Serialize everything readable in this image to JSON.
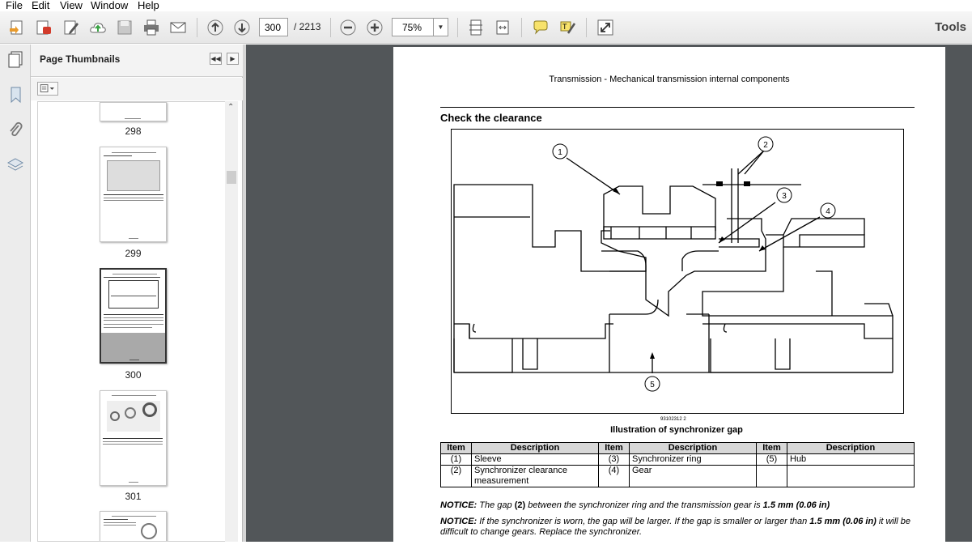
{
  "menu": [
    "File",
    "Edit",
    "View",
    "Window",
    "Help"
  ],
  "toolbar": {
    "current_page": "300",
    "total_pages": "/ 2213",
    "zoom": "75%",
    "tools_label": "Tools"
  },
  "panel": {
    "title": "Page Thumbnails",
    "thumbnails": [
      "298",
      "299",
      "300",
      "301"
    ]
  },
  "doc": {
    "header": "Transmission - Mechanical transmission internal components",
    "section_title": "Check the clearance",
    "figure_id": "93102312  2",
    "callouts": [
      "1",
      "2",
      "3",
      "4",
      "5"
    ],
    "caption": "Illustration of synchronizer gap",
    "table": {
      "headers": [
        "Item",
        "Description",
        "Item",
        "Description",
        "Item",
        "Description"
      ],
      "rows": [
        [
          "(1)",
          "Sleeve",
          "(3)",
          "Synchronizer ring",
          "(5)",
          "Hub"
        ],
        [
          "(2)",
          "Synchronizer clearance measurement",
          "(4)",
          "Gear",
          "",
          ""
        ]
      ]
    },
    "notice1": {
      "label": "NOTICE:",
      "t1": " The gap ",
      "b1": "(2)",
      "t2": " between the synchronizer ring and the transmission gear is ",
      "b2": "1.5 mm (0.06 in)"
    },
    "notice2": {
      "label": "NOTICE:",
      "t1": " If the synchronizer is worn, the gap will be larger.  If the gap is smaller or larger than ",
      "b1": "1.5 mm (0.06 in)",
      "t2": " it will be difficult to change gears.  Replace the synchronizer."
    }
  }
}
